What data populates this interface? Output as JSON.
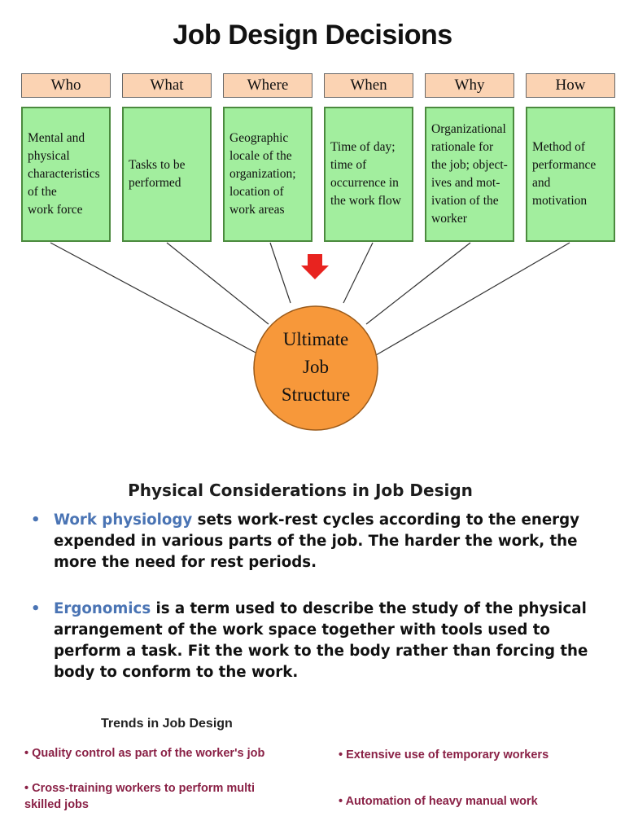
{
  "title": "Job Design Decisions",
  "columns": [
    {
      "header": "Who",
      "body": [
        "Mental and",
        "physical",
        "characteristics",
        "of the",
        "work force"
      ]
    },
    {
      "header": "What",
      "body": [
        "Tasks to be",
        "performed"
      ]
    },
    {
      "header": "Where",
      "body": [
        "Geographic",
        "locale of the",
        "organization;",
        "location of",
        "work areas"
      ]
    },
    {
      "header": "When",
      "body": [
        "Time of day;",
        "time of",
        "occurrence in",
        "the work flow"
      ]
    },
    {
      "header": "Why",
      "body": [
        "Organizational",
        "rationale for",
        "the job; object-",
        "ives and mot-",
        "ivation of the",
        "worker"
      ]
    },
    {
      "header": "How",
      "body": [
        "Method of",
        "performance",
        "and",
        "motivation"
      ]
    }
  ],
  "center": {
    "lines": [
      "Ultimate",
      "Job",
      "Structure"
    ]
  },
  "colors": {
    "header_fill": "#fbd3b3",
    "box_fill": "#a2ee9e",
    "box_border": "#4b8a3e",
    "circle_fill": "#f7983a",
    "arrow": "#e8231f",
    "highlight": "#4a74b4",
    "trend_text": "#8a2146"
  },
  "physical": {
    "heading": "Physical Considerations in Job Design",
    "bullets": [
      {
        "term": "Work physiology",
        "rest": " sets work-rest cycles according to the energy expended in various parts of the job.  The harder the work, the more the need for rest periods."
      },
      {
        "term": "Ergonomics",
        "rest": " is a term used to describe the study of the physical arrangement of the work space together with tools used to perform a task. Fit the work to the body rather than forcing the body to conform to the work."
      }
    ]
  },
  "trends": {
    "heading": "Trends in Job Design",
    "items": [
      "Quality control as part of the worker's job",
      "Extensive use of temporary workers",
      "Cross-training workers to perform multi skilled jobs",
      "Automation of heavy manual work"
    ]
  }
}
